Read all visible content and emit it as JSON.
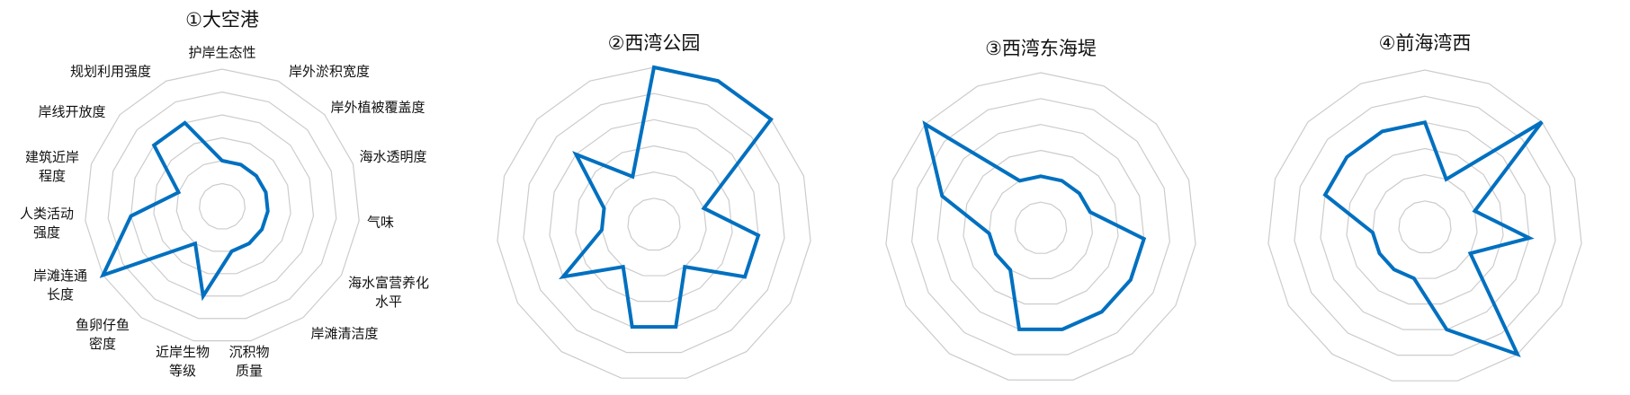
{
  "chart_data": [
    {
      "type": "radar",
      "title": "①大空港",
      "axes": [
        "护岸生态性",
        "岸外淤积宽度",
        "岸外植被覆盖度",
        "海水透明度",
        "气味",
        "海水富营养化水平",
        "岸滩清洁度",
        "沉积物质量",
        "近岸生物等级",
        "鱼卵仔鱼密度",
        "岸滩连通长度",
        "人类活动强度",
        "建筑近岸程度",
        "岸线开放度",
        "规划利用强度"
      ],
      "axis_label_lines": [
        [
          "护岸生态性"
        ],
        [
          "岸外淤积宽度"
        ],
        [
          "岸外植被覆盖度"
        ],
        [
          "海水透明度"
        ],
        [
          "气味"
        ],
        [
          "海水富营养化",
          "水平"
        ],
        [
          "岸滩清洁度"
        ],
        [
          "沉积物",
          "质量"
        ],
        [
          "近岸生物",
          "等级"
        ],
        [
          "鱼卵仔鱼",
          "密度"
        ],
        [
          "岸滩连通",
          "长度"
        ],
        [
          "人类活动",
          "强度"
        ],
        [
          "建筑近岸",
          "程度"
        ],
        [
          "岸线开放度"
        ],
        [
          "规划利用强度"
        ]
      ],
      "values": [
        2,
        2,
        2,
        2,
        2,
        2,
        2,
        2,
        4,
        2,
        6,
        4,
        2,
        4,
        4
      ],
      "range": [
        0,
        6
      ],
      "grid_levels": [
        1,
        2,
        3,
        4,
        5,
        6
      ]
    },
    {
      "type": "radar",
      "title": "②西湾公园",
      "values": [
        6,
        6,
        6,
        2,
        4,
        4,
        2,
        4,
        4,
        2,
        4,
        2,
        2,
        4,
        2
      ],
      "range": [
        0,
        6
      ],
      "grid_levels": [
        1,
        2,
        3,
        4,
        5,
        6
      ]
    },
    {
      "type": "radar",
      "title": "③西湾东海堤",
      "values": [
        2,
        2,
        2,
        2,
        4,
        4,
        4,
        4,
        4,
        2,
        2,
        2,
        4,
        6,
        2
      ],
      "range": [
        0,
        6
      ],
      "grid_levels": [
        1,
        2,
        3,
        4,
        5,
        6
      ]
    },
    {
      "type": "radar",
      "title": "④前海湾西",
      "values": [
        4,
        2,
        6,
        2,
        4,
        2,
        6,
        4,
        2,
        2,
        2,
        2,
        4,
        4,
        4
      ],
      "range": [
        0,
        6
      ],
      "grid_levels": [
        1,
        2,
        3,
        4,
        5,
        6
      ]
    }
  ],
  "colors": {
    "series": "#0070C0",
    "grid": "#cccccc"
  }
}
